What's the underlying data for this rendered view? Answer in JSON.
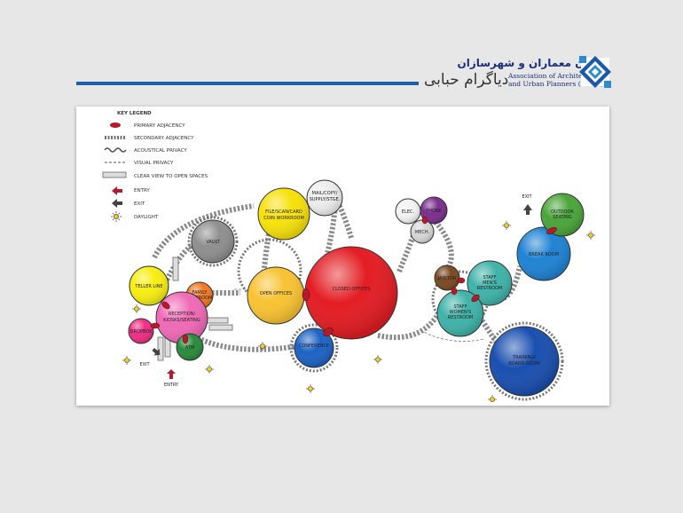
{
  "header": {
    "slide_title": "دیاگرام حبابی",
    "logo_text_fa": "کانون معماران و شهرسازان",
    "logo_text_en_line1": "Association of Architects",
    "logo_text_en_line2": "and Urban Planners (AAUP)"
  },
  "legend": {
    "title": "KEY LEGEND",
    "items": [
      "PRIMARY ADJACENCY",
      "SECONDARY ADJACENCY",
      "ACOUSTICAL PRIVACY",
      "VISUAL PRIVACY",
      "CLEAR VIEW TO OPEN SPACES",
      "ENTRY",
      "EXIT",
      "DAYLIGHT"
    ]
  },
  "bubbles": {
    "vault": "VAULT",
    "file_scan": [
      "FILE/SCAN/CARD",
      "COIN WORKROOM"
    ],
    "mail_copy": [
      "MAIL/COPY/",
      "SUPPLY/STGE."
    ],
    "teller_line": "TELLER LINE",
    "family_restroom": [
      "FAMILY",
      "RESTROOM"
    ],
    "open_offices": "OPEN OFFICES",
    "closed_offices": "CLOSED OFFICES",
    "reception": [
      "RECEPTION/",
      "KIOSKS/SEATING"
    ],
    "dropbox": "DROPBOX",
    "atm": "ATM",
    "conference": "CONFERENCE",
    "elec": "ELEC.",
    "phone": "PHONE",
    "mech": "MECH.",
    "janitor": "JANITOR",
    "staff_mens": [
      "STAFF",
      "MEN'S",
      "RESTROOM"
    ],
    "staff_womens": [
      "STAFF",
      "WOMEN'S",
      "RESTROOM"
    ],
    "break_room": "BREAK ROOM",
    "outdoor_seating": [
      "OUTDOOR",
      "SEATING"
    ],
    "training_board": [
      "TRAINING/",
      "BOARD ROOM"
    ]
  },
  "flow_labels": {
    "exit_top": "EXIT",
    "exit_left": "EXIT",
    "entry": "ENTRY"
  },
  "colors": {
    "header_rule": "#1f5fa8",
    "primary_adjacency": "#b31b2c"
  }
}
